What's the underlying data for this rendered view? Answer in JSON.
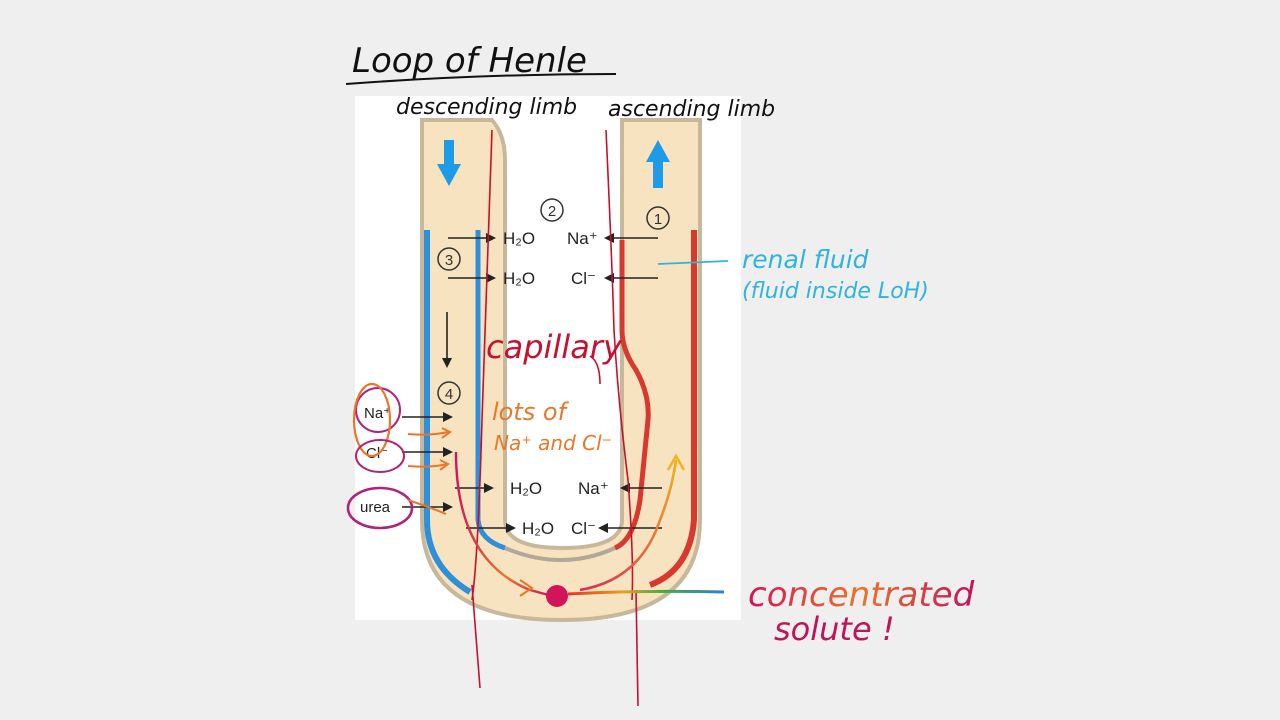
{
  "title": "Loop of Henle",
  "limbs": {
    "descending": "descending limb",
    "ascending": "ascending limb"
  },
  "steps": [
    "1",
    "2",
    "3",
    "4"
  ],
  "ions": {
    "h2o": "H₂O",
    "na": "Na⁺",
    "cl": "Cl⁻",
    "urea": "urea"
  },
  "annotations": {
    "renal_fluid_line1": "renal fluid",
    "renal_fluid_line2": "(fluid inside LoH)",
    "capillary": "capillary",
    "lots_of_line1": "lots of",
    "lots_of_line2": "Na⁺ and Cl⁻",
    "concentrated_line1": "concentrated",
    "concentrated_line2": "solute !"
  },
  "colors": {
    "background": "#efefef",
    "panel": "#ffffff",
    "fluid": "#f7e3bf",
    "wall": "#c8b89b",
    "descending_wall": "#2f8fd8",
    "ascending_wall": "#d8382e",
    "arrow_blue": "#1e9be6",
    "ink_black": "#111111",
    "ink_red": "#c8102e",
    "ink_cyan": "#30b4dc",
    "ink_orange": "#e8772a",
    "ink_magenta": "#b0237a"
  }
}
